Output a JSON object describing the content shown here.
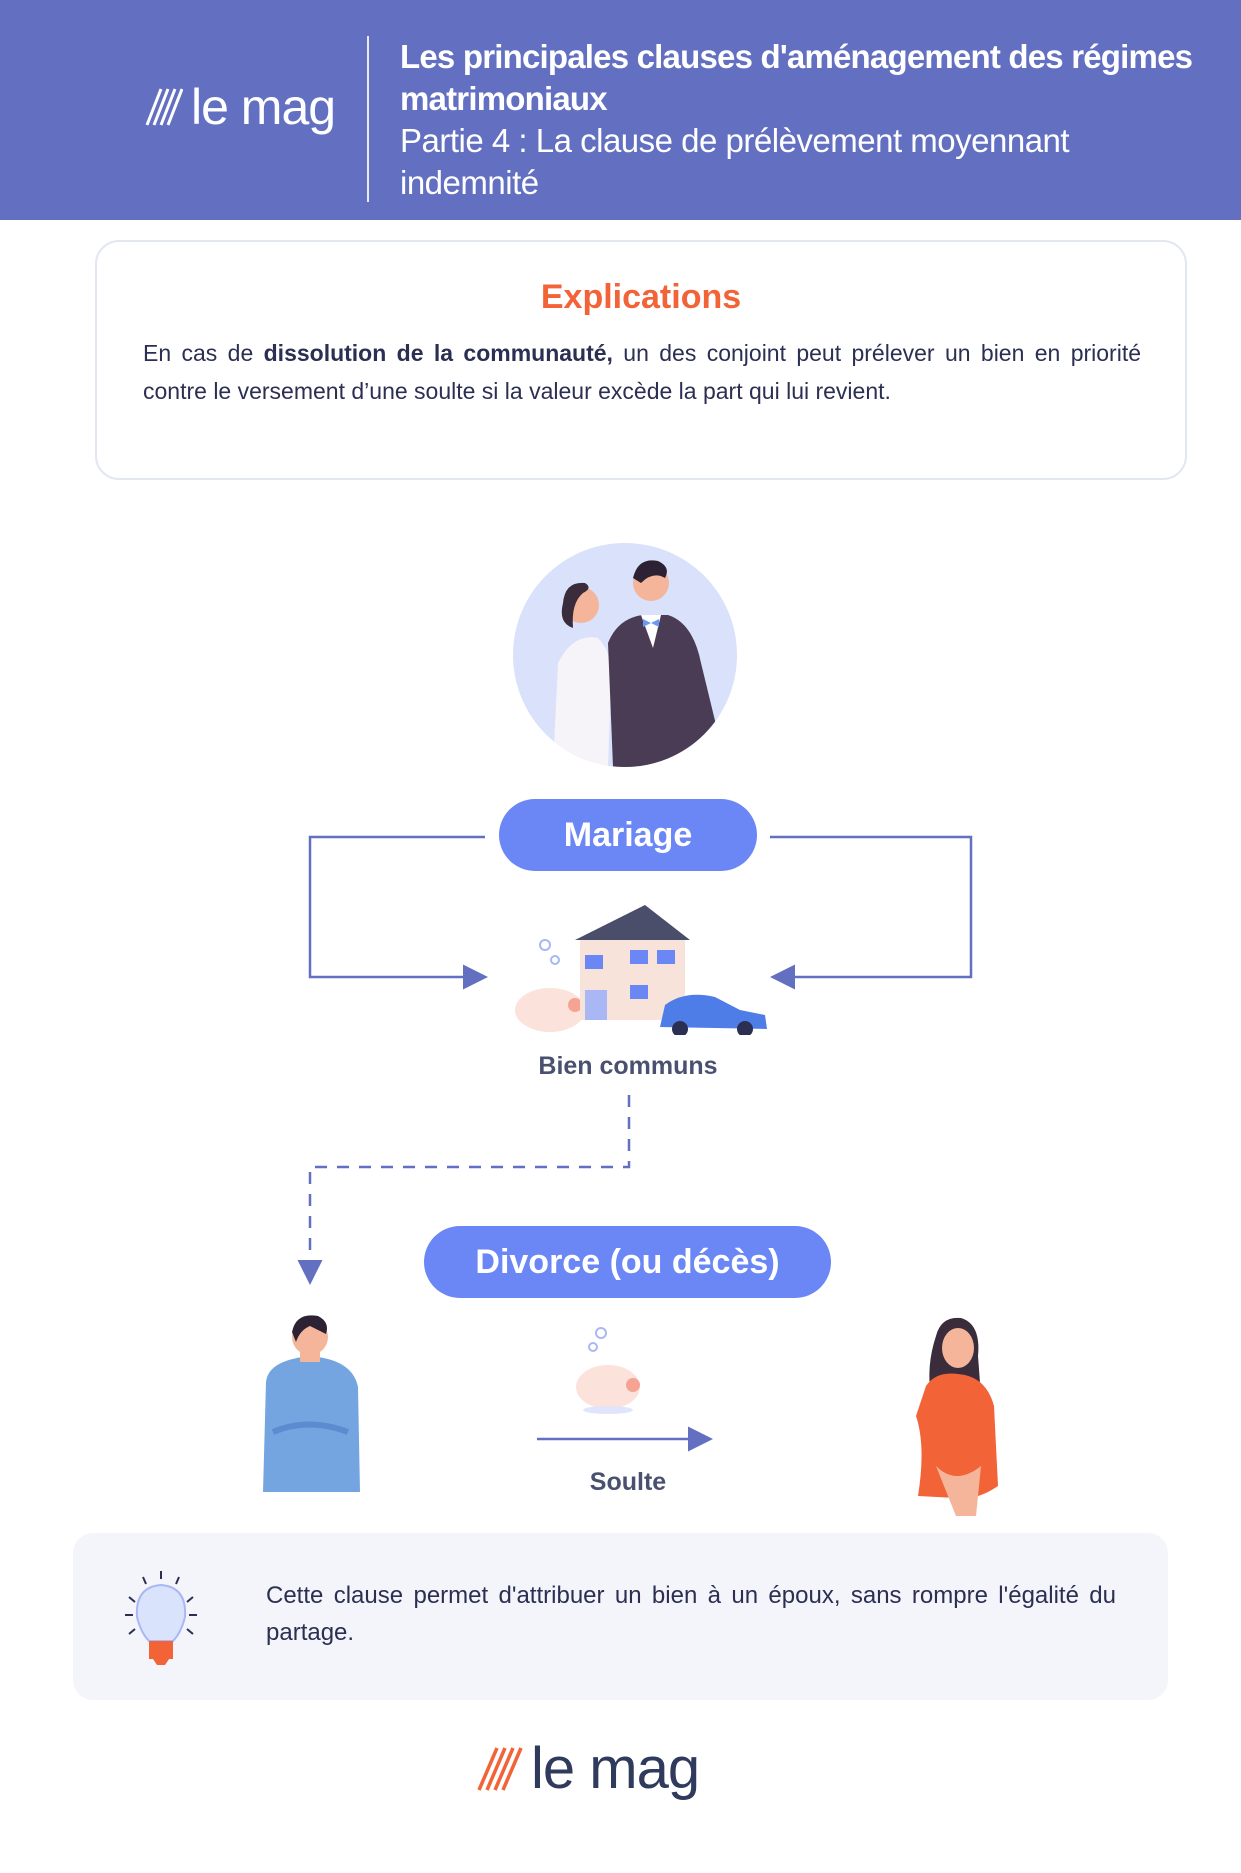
{
  "header": {
    "logo_text": "le mag",
    "title": "Les principales clauses d'aménagement des régimes matrimoniaux",
    "subtitle": "Partie 4 : La clause de prélèvement moyennant indemnité"
  },
  "explications": {
    "heading": "Explications",
    "text_prefix": "En cas de ",
    "text_bold": "dissolution de la communauté,",
    "text_suffix": " un des conjoint peut prélever un bien en priorité contre le versement d’une soulte si la valeur excède la part qui lui revient."
  },
  "diagram": {
    "mariage_label": "Mariage",
    "biens_label": "Bien communs",
    "divorce_label": "Divorce (ou décès)",
    "soulte_label": "Soulte"
  },
  "tip": {
    "text": "Cette clause permet d'attribuer un bien à un époux, sans rompre l'égalité du partage."
  },
  "footer": {
    "logo_text": "le mag"
  },
  "colors": {
    "header": "#6370c2",
    "accent": "#f26338",
    "pill": "#6b86f5",
    "line": "#6370c2"
  }
}
